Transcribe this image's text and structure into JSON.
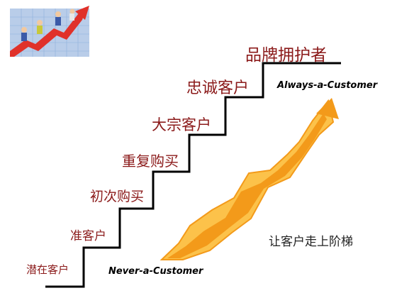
{
  "diagram": {
    "steps": [
      "潜在客户",
      "准客户",
      "初次购买",
      "重复购买",
      "大宗客户",
      "忠诚客户",
      "品牌拥护者"
    ],
    "top_label": "Always-a-Customer",
    "bottom_label": "Never-a-Customer",
    "slogan": "让客户走上阶梯"
  },
  "colors": {
    "step_text": "#8b1a1a",
    "staircase": "#000000",
    "arrow_light": "#fcc24a",
    "arrow_dark": "#f39a1a"
  },
  "icons": [
    "climbing-people-chart-icon"
  ]
}
